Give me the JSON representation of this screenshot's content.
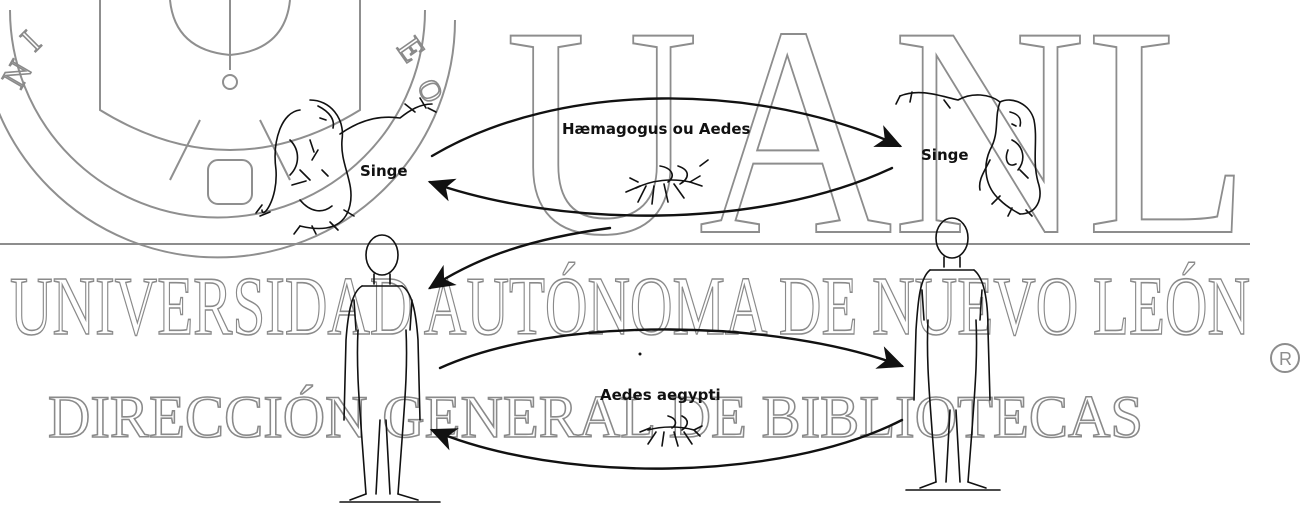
{
  "watermark": {
    "monogram": "UANL",
    "line1": "UNIVERSIDAD AUTÓNOMA DE NUEVO LEÓN",
    "line2": "DIRECCIÓN GENERAL DE BIBLIOTECAS",
    "registered_mark": "®"
  },
  "diagram": {
    "sylvatic_cycle": {
      "host_left": "Singe",
      "host_right": "Singe",
      "vector": "Hæmagogus ou Aedes"
    },
    "urban_cycle": {
      "vector": "Aedes aegypti"
    }
  },
  "colors": {
    "ink": "#111111",
    "watermark": "#8d8d8d"
  },
  "icons": [
    "monkey-left-icon",
    "monkey-right-icon",
    "mosquito-icon",
    "human-figure-icon",
    "university-seal-icon"
  ]
}
